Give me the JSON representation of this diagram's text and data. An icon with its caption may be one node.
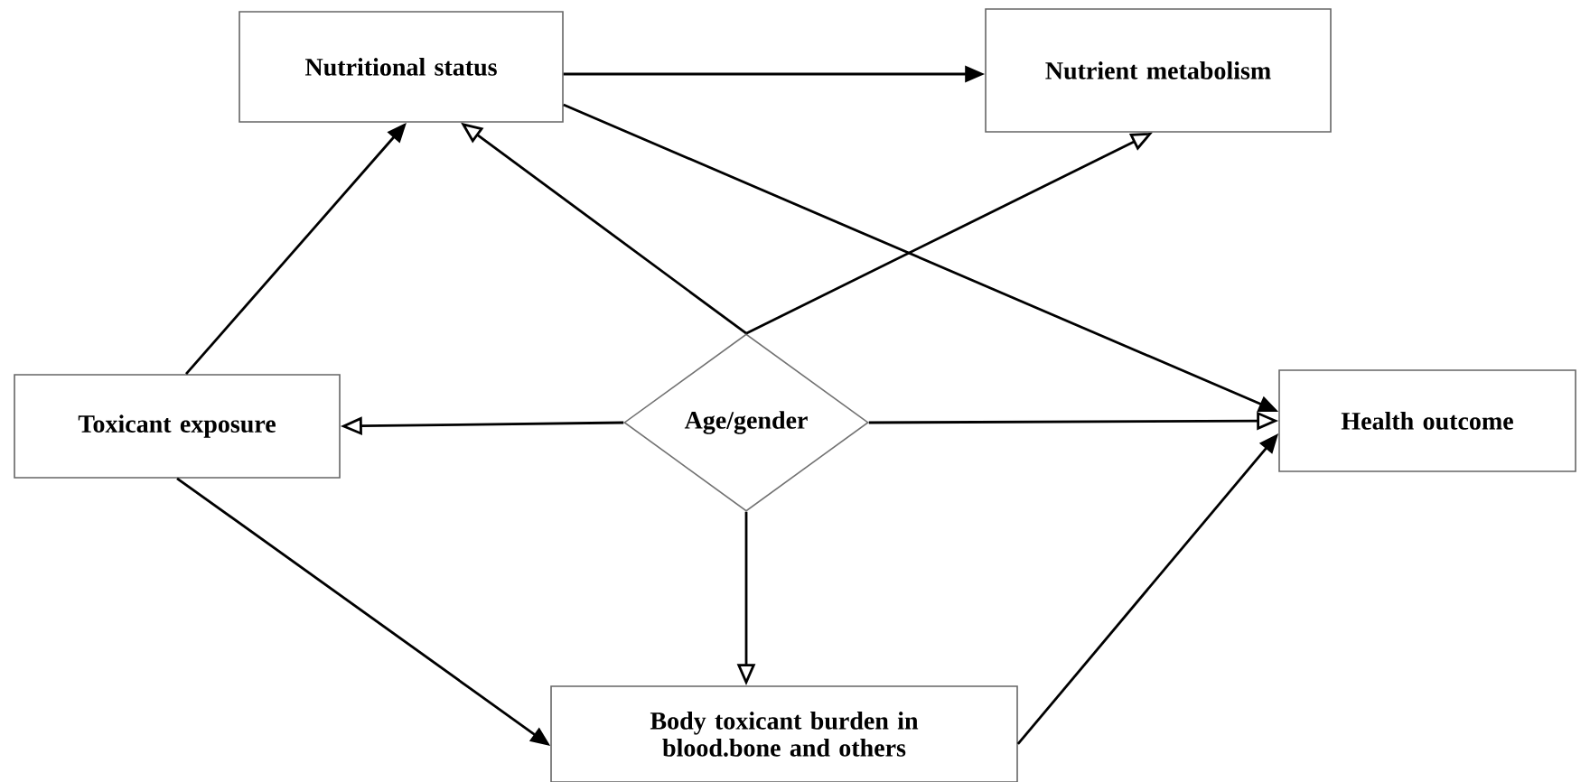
{
  "diagram": {
    "nodes": [
      {
        "text": [
          "Nutritional status"
        ]
      },
      {
        "text": [
          "Nutrient metabolism"
        ]
      },
      {
        "text": [
          "Toxicant exposure"
        ]
      },
      {
        "text": [
          "Age/gender"
        ]
      },
      {
        "text": [
          "Health outcome"
        ]
      },
      {
        "text": [
          "Body toxicant burden in blood.bone and others"
        ]
      }
    ],
    "edges": [
      {
        "from": 0,
        "to": 1,
        "arrow": "to"
      },
      {
        "from": 0,
        "to": 4,
        "arrow": "to"
      },
      {
        "from": 2,
        "to": 0,
        "arrow": "to"
      },
      {
        "from": 2,
        "to": 5,
        "arrow": "to"
      },
      {
        "from": 5,
        "to": 4,
        "arrow": "to"
      },
      {
        "from": 3,
        "to": 0,
        "arrow": "to"
      },
      {
        "from": 3,
        "to": 1,
        "arrow": "to"
      },
      {
        "from": 3,
        "to": 2,
        "arrow": "to"
      },
      {
        "from": 3,
        "to": 4,
        "arrow": "to"
      },
      {
        "from": 3,
        "to": 5,
        "arrow": "to"
      }
    ]
  }
}
